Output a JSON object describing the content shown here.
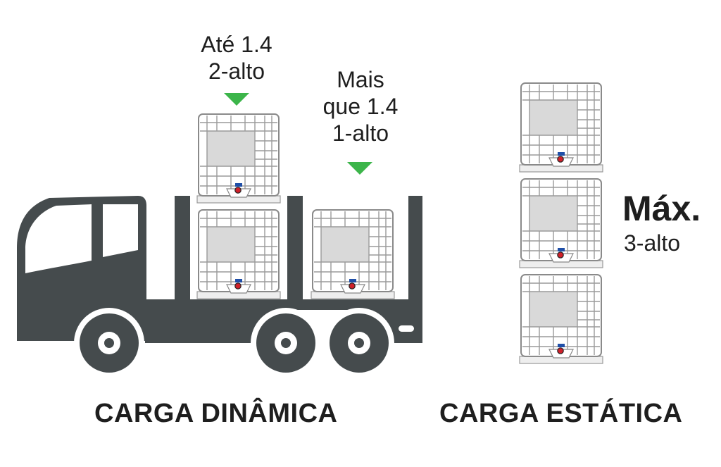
{
  "dynamic": {
    "stack_two": {
      "line1": "Até 1.4",
      "line2": "2-alto"
    },
    "stack_one": {
      "line1": "Mais",
      "line2": "que 1.4",
      "line3": "1-alto"
    },
    "caption": "CARGA DINÂMICA"
  },
  "static": {
    "max_label": "Máx.",
    "max_value": "3-alto",
    "caption": "CARGA ESTÁTICA"
  },
  "colors": {
    "truck": "#454b4d",
    "arrow": "#3cb54a",
    "tank": "#d9d9d9",
    "cage": "#7a7a7a",
    "valve_blue": "#1f4fa8",
    "valve_red": "#d0202a"
  }
}
